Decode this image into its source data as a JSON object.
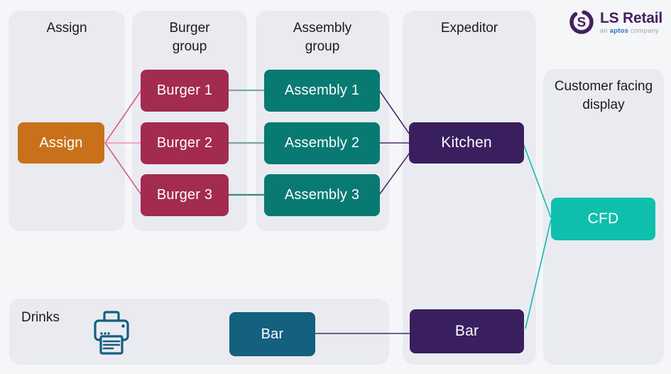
{
  "colors": {
    "background": "#f5f6f8",
    "panel": "#e9ebf1",
    "node_orange": "#c9711a",
    "node_maroon": "#a32b4f",
    "node_teal": "#087a72",
    "node_purple": "#3a1f5e",
    "node_blue": "#14607f",
    "node_turquoise": "#0ebfae",
    "line_pink": "#d9608a",
    "line_pink_light": "#eb9cb8",
    "line_teal": "#7aa6a7",
    "line_teal_dark": "#45807d",
    "line_purple": "#4b2b70",
    "line_turquoise": "#1cbcb4",
    "printer_icon": "#14607f",
    "logo_purple": "#45215f",
    "logo_blue": "#2f6fb6",
    "logo_gray": "#a2a7ae"
  },
  "logo": {
    "glyph_letter": "S",
    "brand": "LS Retail",
    "sub_prefix": "an ",
    "sub_brand": "aptos",
    "sub_suffix": " company"
  },
  "panels": {
    "assign": "Assign",
    "burger_group": "Burger group",
    "assembly_group": "Assembly group",
    "expeditor": "Expeditor",
    "customer_facing_display": "Customer facing display",
    "drinks": "Drinks"
  },
  "nodes": {
    "assign": "Assign",
    "burger1": "Burger 1",
    "burger2": "Burger 2",
    "burger3": "Burger 3",
    "assembly1": "Assembly 1",
    "assembly2": "Assembly 2",
    "assembly3": "Assembly 3",
    "kitchen": "Kitchen",
    "cfd": "CFD",
    "bar_drinks": "Bar",
    "bar_expeditor": "Bar"
  },
  "connections": [
    {
      "from": "Assign",
      "to": "Burger 1"
    },
    {
      "from": "Assign",
      "to": "Burger 2"
    },
    {
      "from": "Assign",
      "to": "Burger 3"
    },
    {
      "from": "Burger 1",
      "to": "Assembly 1"
    },
    {
      "from": "Burger 2",
      "to": "Assembly 2"
    },
    {
      "from": "Burger 3",
      "to": "Assembly 3"
    },
    {
      "from": "Assembly 1",
      "to": "Kitchen"
    },
    {
      "from": "Assembly 2",
      "to": "Kitchen"
    },
    {
      "from": "Assembly 3",
      "to": "Kitchen"
    },
    {
      "from": "Kitchen",
      "to": "CFD"
    },
    {
      "from": "Bar (drinks)",
      "to": "Bar (expeditor)"
    },
    {
      "from": "Bar (expeditor)",
      "to": "CFD"
    }
  ]
}
